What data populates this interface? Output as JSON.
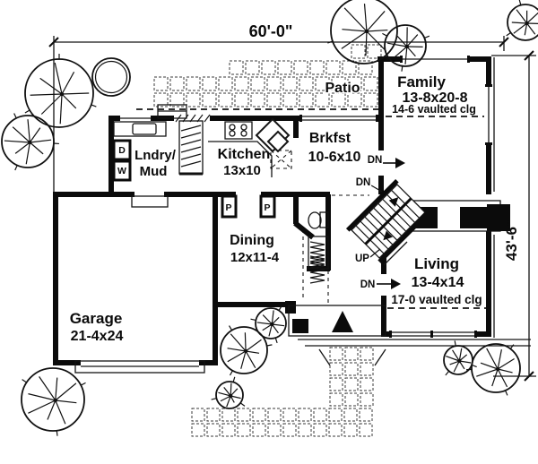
{
  "dimensions": {
    "overall_width": "60'-0\"",
    "overall_depth": "43'-6\""
  },
  "rooms": {
    "family": {
      "name": "Family",
      "size": "13-8x20-8",
      "note": "14-6 vaulted clg"
    },
    "patio": {
      "name": "Patio"
    },
    "brkfst": {
      "name": "Brkfst",
      "size": "10-6x10"
    },
    "kitchen": {
      "name": "Kitchen",
      "size": "13x10"
    },
    "laundry": {
      "name_line1": "Lndry/",
      "name_line2": "Mud"
    },
    "dining": {
      "name": "Dining",
      "size": "12x11-4"
    },
    "living": {
      "name": "Living",
      "size": "13-4x14",
      "note": "17-0 vaulted clg"
    },
    "garage": {
      "name": "Garage",
      "size": "21-4x24"
    }
  },
  "markers": {
    "down": "DN",
    "up": "UP",
    "dryer": "D",
    "washer": "W",
    "pantry": "P"
  },
  "colors": {
    "ink": "#0b0b0b",
    "paper": "#ffffff"
  }
}
